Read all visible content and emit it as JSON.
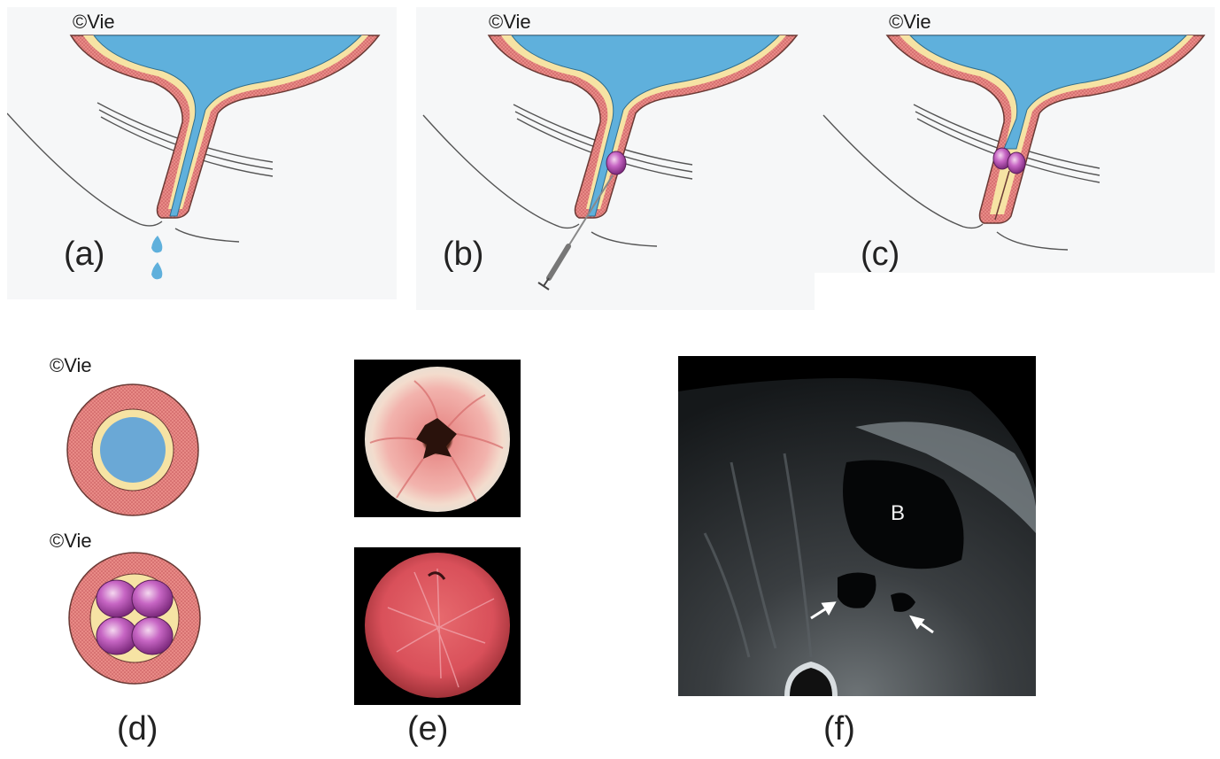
{
  "copyright": "©Vie",
  "panels": {
    "a": {
      "label": "(a)"
    },
    "b": {
      "label": "(b)"
    },
    "c": {
      "label": "(c)"
    },
    "d": {
      "label": "(d)"
    },
    "e": {
      "label": "(e)"
    },
    "f": {
      "label": "(f)",
      "bladder_label": "B"
    }
  },
  "colors": {
    "fluid": "#5fb0dc",
    "wall": "#e48a86",
    "wall_stroke": "#7a3b36",
    "mucosa": "#f6e3a4",
    "bulking_agent": "#b04ab0",
    "panel_bg": "#f7f8f9"
  }
}
